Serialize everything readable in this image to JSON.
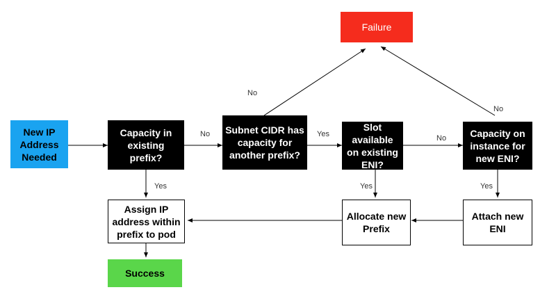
{
  "nodes": {
    "new_ip": "New IP Address Needed",
    "capacity_prefix": "Capacity in existing prefix?",
    "subnet_cidr": "Subnet CIDR has capacity for another prefix?",
    "slot_available": "Slot available on existing ENI?",
    "capacity_instance": "Capacity on instance for new ENI?",
    "failure": "Failure",
    "assign_ip": "Assign IP address within prefix to pod",
    "allocate_prefix": "Allocate new Prefix",
    "attach_eni": "Attach new ENI",
    "success": "Success"
  },
  "edges": {
    "no_1": "No",
    "no_2": "No",
    "yes_1": "Yes",
    "no_3": "No",
    "no_4": "No",
    "yes_2": "Yes",
    "yes_3": "Yes",
    "yes_4": "Yes"
  },
  "colors": {
    "start": "#1aa3f0",
    "decision": "#000000",
    "failure": "#f52c1d",
    "success": "#5ad64a"
  }
}
